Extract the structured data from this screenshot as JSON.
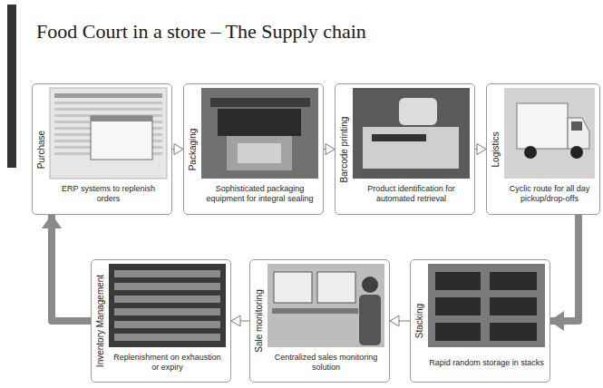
{
  "diagram": {
    "title": "Food Court in a store – The Supply chain",
    "nodes": [
      {
        "text": [
          "Purchase",
          "ERP systems to replenish orders"
        ]
      },
      {
        "text": [
          "Packaging",
          "Sophisticated packaging equipment for integral sealing"
        ]
      },
      {
        "text": [
          "Barcode printing",
          "Product identification for automated retrieval"
        ]
      },
      {
        "text": [
          "Logistics",
          "Cyclic route for all day pickup/drop-offs"
        ]
      },
      {
        "text": [
          "Inventory Management",
          "Replenishment on exhaustion or expiry"
        ]
      },
      {
        "text": [
          "Sale monitoring",
          "Centralized sales monitoring solution"
        ]
      },
      {
        "text": [
          "Stacking",
          "Rapid random storage in stacks"
        ]
      }
    ],
    "edges": [
      {
        "from": 0,
        "to": 1,
        "arrow": "to"
      },
      {
        "from": 1,
        "to": 2,
        "arrow": "to"
      },
      {
        "from": 2,
        "to": 3,
        "arrow": "to"
      },
      {
        "from": 3,
        "to": 6,
        "arrow": "to"
      },
      {
        "from": 6,
        "to": 5,
        "arrow": "to"
      },
      {
        "from": 5,
        "to": 4,
        "arrow": "to"
      },
      {
        "from": 4,
        "to": 0,
        "arrow": "to"
      }
    ]
  }
}
